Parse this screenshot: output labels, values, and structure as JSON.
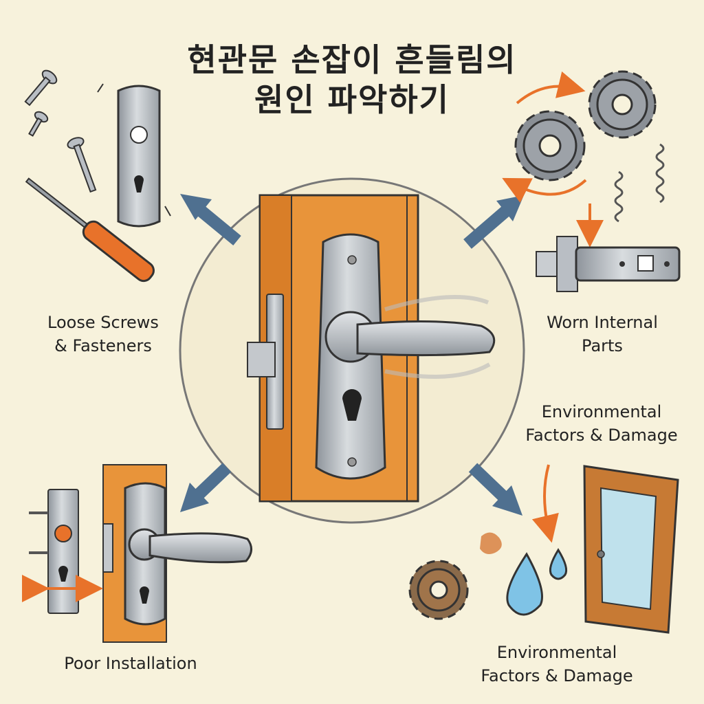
{
  "title": {
    "line1": "현관문 손잡이 흔들림의",
    "line2": "원인 파악하기"
  },
  "causes": {
    "loose_screws": {
      "line1": "Loose Screws",
      "line2": "& Fasteners"
    },
    "worn_parts": {
      "line1": "Worn Internal",
      "line2": "Parts"
    },
    "environmental_top": {
      "line1": "Environmental",
      "line2": "Factors & Damage"
    },
    "poor_installation": {
      "line1": "Poor Installation"
    },
    "environmental_bottom": {
      "line1": "Environmental",
      "line2": "Factors & Damage"
    }
  },
  "colors": {
    "background": "#f7f2dc",
    "door_orange": "#e8943a",
    "metal": "#b9bec4",
    "arrow_blue": "#4f7090",
    "accent_orange": "#e8722a",
    "water_blue": "#7fc3e6",
    "rust": "#b5652a"
  }
}
